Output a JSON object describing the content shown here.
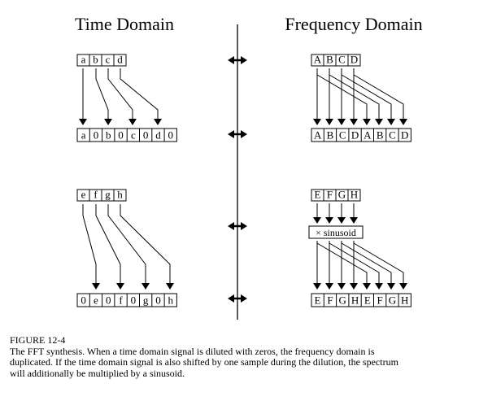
{
  "titles": {
    "time": "Time Domain",
    "frequency": "Frequency Domain"
  },
  "time_domain": {
    "top_input": [
      "a",
      "b",
      "c",
      "d"
    ],
    "top_output": [
      "a",
      "0",
      "b",
      "0",
      "c",
      "0",
      "d",
      "0"
    ],
    "bottom_input": [
      "e",
      "f",
      "g",
      "h"
    ],
    "bottom_output": [
      "0",
      "e",
      "0",
      "f",
      "0",
      "g",
      "0",
      "h"
    ]
  },
  "frequency_domain": {
    "top_input": [
      "A",
      "B",
      "C",
      "D"
    ],
    "top_output": [
      "A",
      "B",
      "C",
      "D",
      "A",
      "B",
      "C",
      "D"
    ],
    "bottom_input": [
      "E",
      "F",
      "G",
      "H"
    ],
    "multiplier": "× sinusoid",
    "bottom_output": [
      "E",
      "F",
      "G",
      "H",
      "E",
      "F",
      "G",
      "H"
    ]
  },
  "caption": {
    "label": "FIGURE 12-4",
    "text": [
      "The FFT synthesis.  When a time domain signal is diluted with zeros, the frequency domain is",
      "duplicated. If the time domain signal is also shifted by one sample during the dilution, the spectrum",
      "will additionally be multiplied by a sinusoid."
    ]
  }
}
